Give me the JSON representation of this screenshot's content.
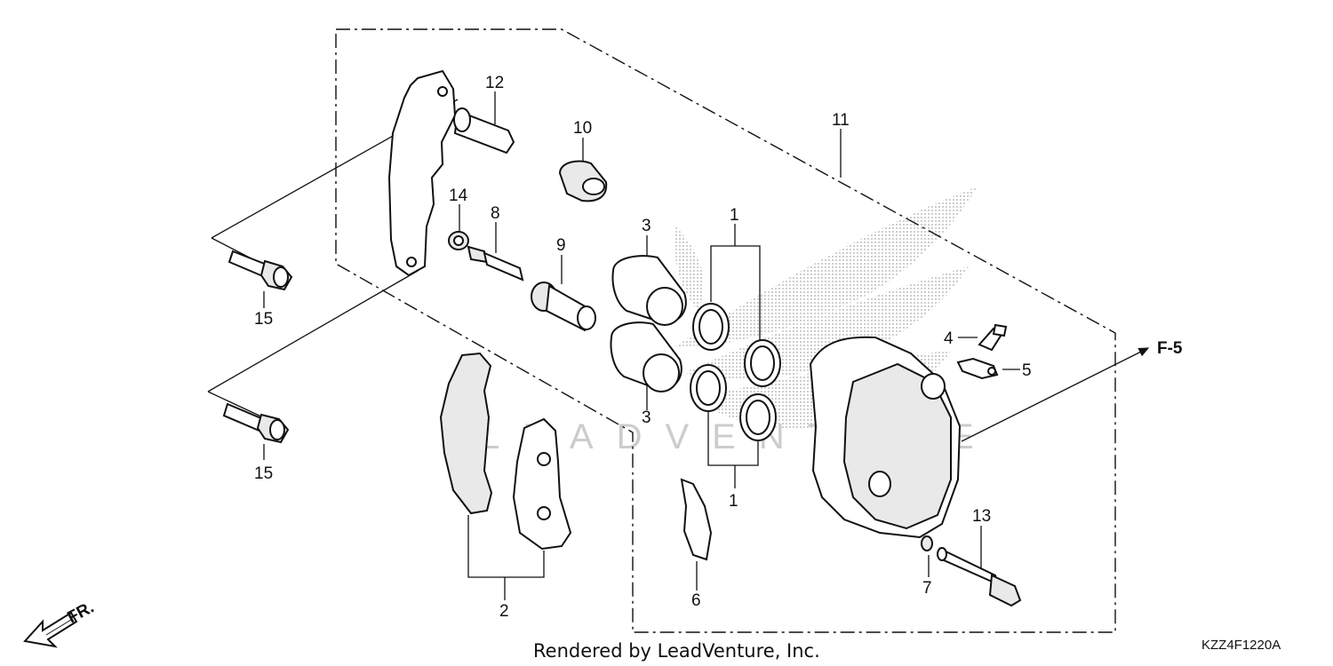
{
  "diagram": {
    "callouts": {
      "c1a": "1",
      "c1b": "1",
      "c2": "2",
      "c3a": "3",
      "c3b": "3",
      "c4": "4",
      "c5": "5",
      "c6": "6",
      "c7": "7",
      "c8": "8",
      "c9": "9",
      "c10": "10",
      "c11": "11",
      "c12": "12",
      "c13": "13",
      "c14": "14",
      "c15a": "15",
      "c15b": "15"
    },
    "ref_label": "F-5",
    "direction_label": "FR.",
    "watermark": "LEADVENTURE",
    "credit": "Rendered by LeadVenture, Inc.",
    "diagram_code": "KZZ4F1220A"
  }
}
